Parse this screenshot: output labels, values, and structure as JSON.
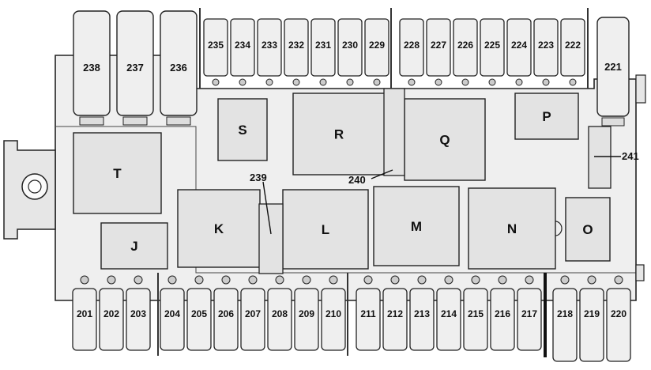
{
  "colors": {
    "box_fill": "#efefef",
    "component_fill": "#e3e3e3",
    "outline": "#222222",
    "label": "#111111"
  },
  "fuses_top_large": [
    "238",
    "237",
    "236"
  ],
  "fuses_top_small": [
    "235",
    "234",
    "233",
    "232",
    "231",
    "230",
    "229",
    "228",
    "227",
    "226",
    "225",
    "224",
    "223",
    "222"
  ],
  "fuse_right_top": "221",
  "fuses_bottom": [
    "201",
    "202",
    "203",
    "204",
    "205",
    "206",
    "207",
    "208",
    "209",
    "210",
    "211",
    "212",
    "213",
    "214",
    "215",
    "216",
    "217",
    "218",
    "219",
    "220"
  ],
  "relays": [
    "S",
    "R",
    "Q",
    "P",
    "T",
    "J",
    "K",
    "L",
    "M",
    "N",
    "O"
  ],
  "callouts": {
    "strip_239": "239",
    "clip_240": "240",
    "clip_241": "241"
  }
}
